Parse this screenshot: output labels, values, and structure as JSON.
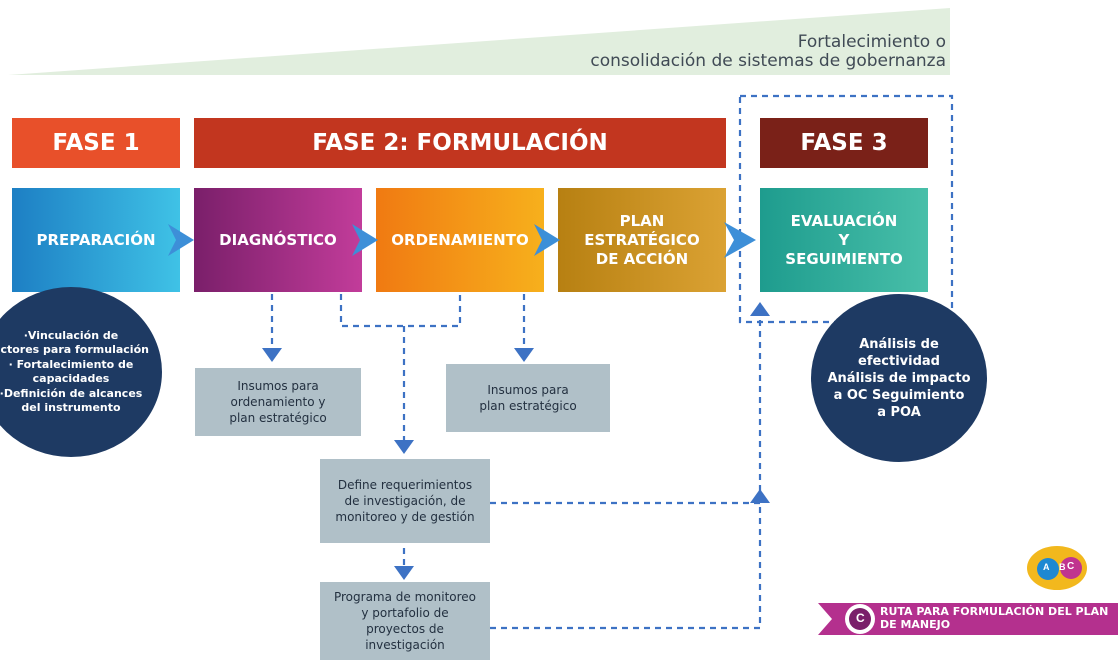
{
  "header": {
    "governance_lines": [
      "Fortalecimiento o",
      "consolidación de sistemas de gobernanza"
    ]
  },
  "phases": [
    {
      "label": "FASE 1",
      "color": "#e8502a"
    },
    {
      "label": "FASE 2: FORMULACIÓN",
      "color": "#c2361f"
    },
    {
      "label": "FASE 3",
      "color": "#7a2118"
    }
  ],
  "steps": [
    {
      "lines": [
        "PREPARACIÓN"
      ],
      "color_from": "#1d7fc4",
      "color_to": "#3fc2e6"
    },
    {
      "lines": [
        "DIAGNÓSTICO"
      ],
      "color_from": "#7a1f6a",
      "color_to": "#c23c9a"
    },
    {
      "lines": [
        "ORDENAMIENTO"
      ],
      "color_from": "#f07a12",
      "color_to": "#f7b01c"
    },
    {
      "lines": [
        "PLAN",
        "ESTRATÉGICO",
        "DE ACCIÓN"
      ],
      "color_from": "#b78012",
      "color_to": "#dba233"
    },
    {
      "lines": [
        "EVALUACIÓN",
        "Y",
        "SEGUIMIENTO"
      ],
      "color_from": "#1e9c8e",
      "color_to": "#48bfa9"
    }
  ],
  "circles": {
    "left": [
      "·Vinculación de",
      "actores para formulación",
      "· Fortalecimiento de",
      "capacidades",
      "·Definición de alcances",
      "del instrumento"
    ],
    "right": [
      "Análisis de",
      "efectividad",
      "Análisis de impacto",
      "a OC Seguimiento",
      "a POA"
    ]
  },
  "boxes": {
    "insumos_ordenamiento": [
      "Insumos para",
      "ordenamiento y",
      "plan estratégico"
    ],
    "insumos_plan": [
      "Insumos para",
      "plan estratégico"
    ],
    "requerimientos": [
      "Define requerimientos",
      "de investigación, de",
      "monitoreo y de gestión"
    ],
    "programa": [
      "Programa de monitoreo",
      "y portafolio de",
      "proyectos de",
      "investigación"
    ]
  },
  "badge": {
    "letters": [
      "A",
      "B",
      "C"
    ],
    "tag_letter": "C",
    "ruta_lines": [
      "RUTA PARA FORMULACIÓN DEL PLAN",
      "DE MANEJO"
    ]
  },
  "colors": {
    "wedge": "#e1eede",
    "dash": "#3d72c4",
    "arrow": "#4a7fd4",
    "circle": "#1e3a63",
    "box": "#b0c0c8",
    "badge": "#b4308e"
  }
}
